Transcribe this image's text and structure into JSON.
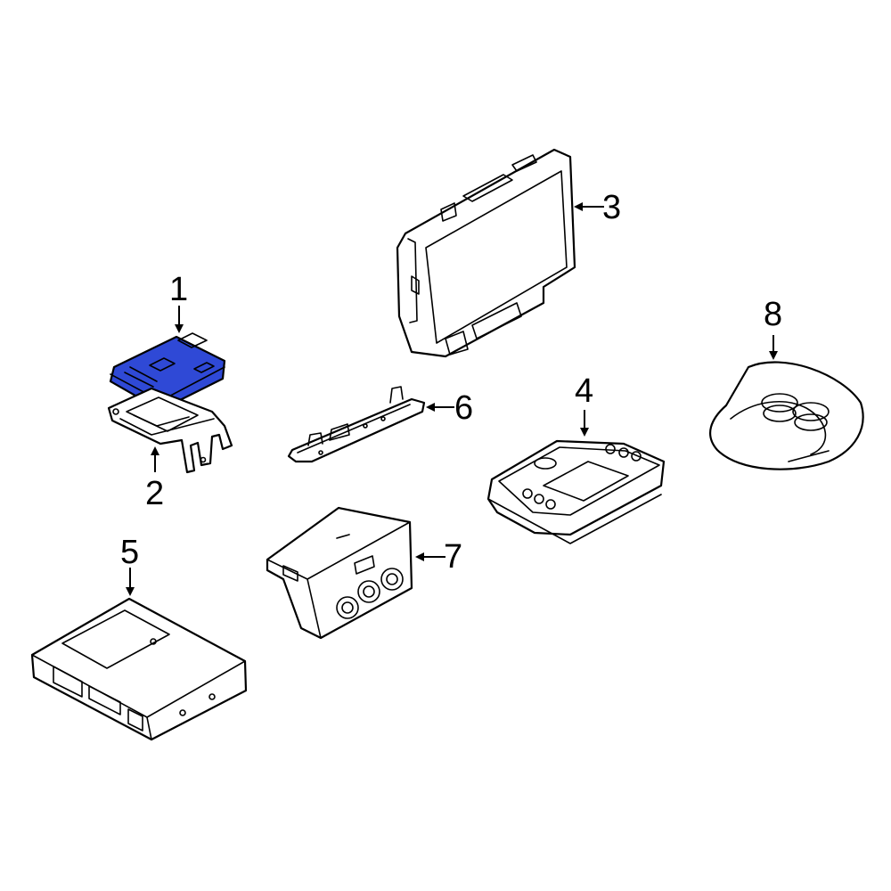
{
  "highlight_color": "#2f49d6",
  "callouts": [
    {
      "id": "1",
      "label": "1"
    },
    {
      "id": "2",
      "label": "2"
    },
    {
      "id": "3",
      "label": "3"
    },
    {
      "id": "4",
      "label": "4"
    },
    {
      "id": "5",
      "label": "5"
    },
    {
      "id": "6",
      "label": "6"
    },
    {
      "id": "7",
      "label": "7"
    },
    {
      "id": "8",
      "label": "8"
    }
  ],
  "highlighted_part": "1"
}
